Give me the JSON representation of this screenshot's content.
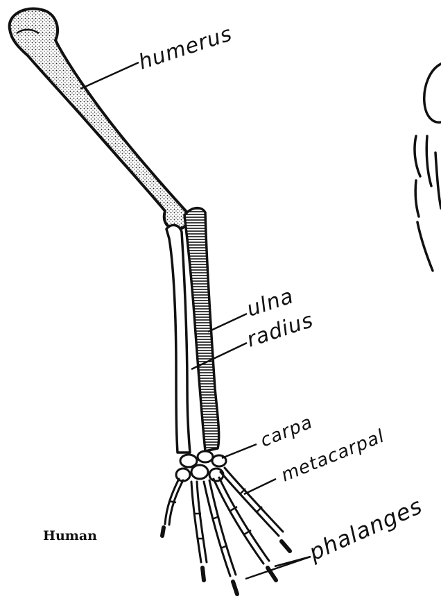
{
  "caption": "Human",
  "labels": {
    "humerus": "humerus",
    "ulna": "ulna",
    "radius": "radius",
    "carpal": "carpa",
    "metacarpal": "metacarpal",
    "phalanges": "phalanges"
  },
  "colors": {
    "ink": "#111111",
    "paper": "#ffffff"
  }
}
